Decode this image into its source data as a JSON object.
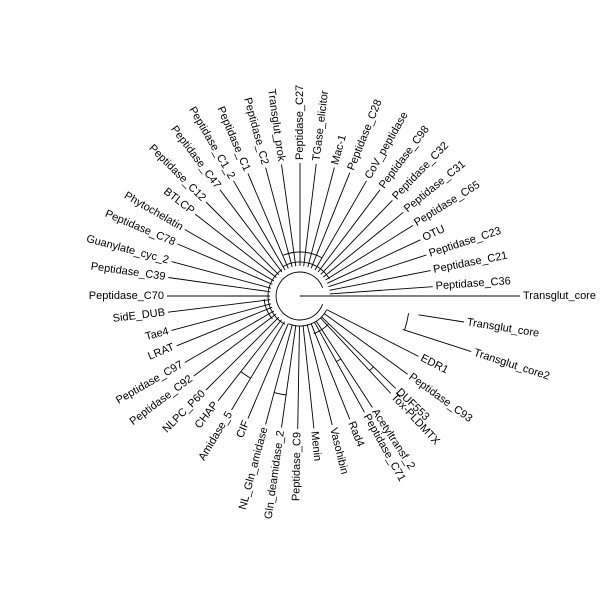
{
  "tree": {
    "type": "circular-dendrogram",
    "line_color": "#000000",
    "background_color": "#ffffff",
    "leaves": [
      {
        "label": "Transglut_core",
        "angle": 0
      },
      {
        "label": "Transglut_core",
        "angle": 9
      },
      {
        "label": "Transglut_core2",
        "angle": 18
      },
      {
        "label": "EDR1",
        "angle": 27
      },
      {
        "label": "Peptidase_C93",
        "angle": 36
      },
      {
        "label": "DUF553",
        "angle": 44
      },
      {
        "label": "Tox-PLDMTX",
        "angle": 47
      },
      {
        "label": "Acetyltransf_2",
        "angle": 57
      },
      {
        "label": "Peptidase_C71",
        "angle": 61
      },
      {
        "label": "Rad4",
        "angle": 68
      },
      {
        "label": "Vasohibin",
        "angle": 76
      },
      {
        "label": "Menin",
        "angle": 84
      },
      {
        "label": "Peptidase_C9",
        "angle": 91
      },
      {
        "label": "Gln_deamidase_2",
        "angle": 98
      },
      {
        "label": "NL_Gln_amidase",
        "angle": 105
      },
      {
        "label": "CIF",
        "angle": 113
      },
      {
        "label": "Amidase_5",
        "angle": 121
      },
      {
        "label": "CHAP",
        "angle": 128
      },
      {
        "label": "NLPC_P60",
        "angle": 135
      },
      {
        "label": "Peptidase_C92",
        "angle": 143
      },
      {
        "label": "Peptidase_C97",
        "angle": 150
      },
      {
        "label": "LRAT",
        "angle": 158
      },
      {
        "label": "Tae4",
        "angle": 165
      },
      {
        "label": "SidE_DUB",
        "angle": 173
      },
      {
        "label": "Peptidase_C70",
        "angle": 180
      },
      {
        "label": "Peptidase_C39",
        "angle": 188
      },
      {
        "label": "Guanylate_cyc_2",
        "angle": 195
      },
      {
        "label": "Peptidase_C78",
        "angle": 203
      },
      {
        "label": "Phytochelatin",
        "angle": 210
      },
      {
        "label": "BTLCP",
        "angle": 218
      },
      {
        "label": "Peptidase_C12",
        "angle": 225
      },
      {
        "label": "Peptidase_C47",
        "angle": 233
      },
      {
        "label": "Peptidase_C1_2",
        "angle": 240
      },
      {
        "label": "Peptidase_C1",
        "angle": 247
      },
      {
        "label": "Peptidase_C2",
        "angle": 255
      },
      {
        "label": "Transglut_prok",
        "angle": 262
      },
      {
        "label": "Peptidase_C27",
        "angle": 270
      },
      {
        "label": "TGase_elicitor",
        "angle": 277
      },
      {
        "label": "Mac-1",
        "angle": 285
      },
      {
        "label": "Peptidase_C28",
        "angle": 292
      },
      {
        "label": "CoV_peptidase",
        "angle": 300
      },
      {
        "label": "Peptidase_C98",
        "angle": 307
      },
      {
        "label": "Peptidase_C32",
        "angle": 314
      },
      {
        "label": "Peptidase_C31",
        "angle": 321
      },
      {
        "label": "Peptidase_C65",
        "angle": 328
      },
      {
        "label": "OTU",
        "angle": 335
      },
      {
        "label": "Peptidase_C23",
        "angle": 342
      },
      {
        "label": "Peptidase_C21",
        "angle": 349
      },
      {
        "label": "Peptidase_C36",
        "angle": 356
      }
    ]
  }
}
